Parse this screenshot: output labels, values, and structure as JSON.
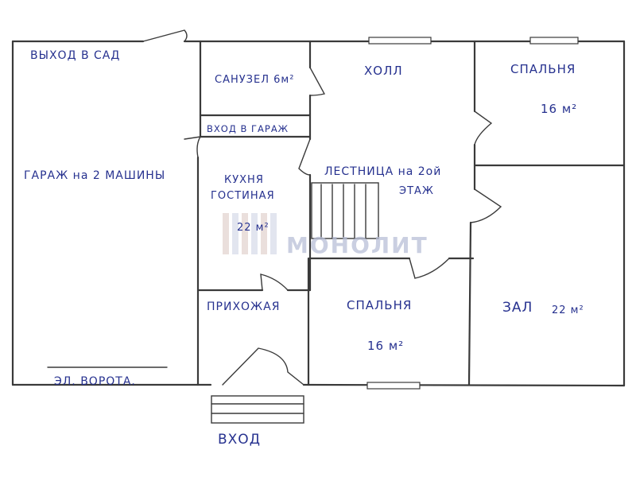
{
  "labels": {
    "exit_garden": "ВЫХОД В САД",
    "bathroom": "САНУЗЕЛ 6м²",
    "garage_entry": "ВХОД В ГАРАЖ",
    "garage": "ГАРАЖ на 2 МАШИНЫ",
    "kitchen_line1": "КУХНЯ",
    "kitchen_line2": "ГОСТИНАЯ",
    "kitchen_area": "22 м²",
    "hall": "ХОЛЛ",
    "stairs_line1": "ЛЕСТНИЦА на 2ой",
    "stairs_line2": "ЭТАЖ",
    "bedroom_top": "СПАЛЬНЯ",
    "bedroom_top_area": "16 м²",
    "hallway": "ПРИХОЖАЯ",
    "bedroom_mid": "СПАЛЬНЯ",
    "bedroom_mid_area": "16 м²",
    "living": "ЗАЛ",
    "living_area": "22 м²",
    "gates": "ЭЛ. ВОРОТА.",
    "entrance": "ВХОД"
  },
  "watermark": {
    "text": "МОНОЛИТ",
    "color": "#b9c0d8"
  },
  "colors": {
    "ink": "#26318f",
    "wall": "#3a3a3a",
    "paper": "#ffffff"
  }
}
